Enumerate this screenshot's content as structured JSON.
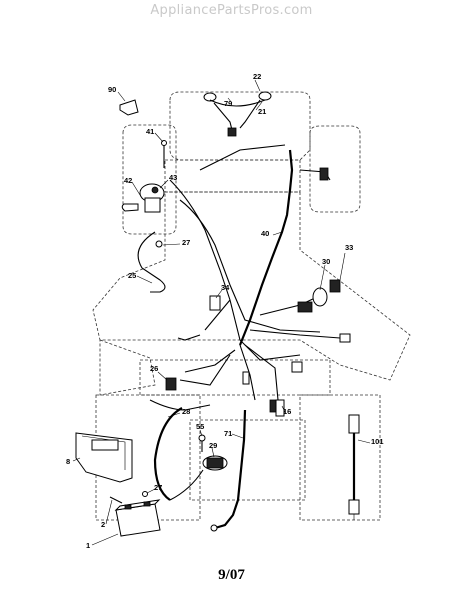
{
  "header": {
    "watermark": "AppliancePartsPros.com"
  },
  "footer": {
    "date_code": "9/07"
  },
  "callouts": [
    {
      "id": "22",
      "label": "22"
    },
    {
      "id": "90",
      "label": "90"
    },
    {
      "id": "79",
      "label": "79"
    },
    {
      "id": "21",
      "label": "21"
    },
    {
      "id": "41",
      "label": "41"
    },
    {
      "id": "43",
      "label": "43"
    },
    {
      "id": "42",
      "label": "42"
    },
    {
      "id": "40",
      "label": "40"
    },
    {
      "id": "27a",
      "label": "27"
    },
    {
      "id": "33",
      "label": "33"
    },
    {
      "id": "30",
      "label": "30"
    },
    {
      "id": "25",
      "label": "25"
    },
    {
      "id": "34",
      "label": "34"
    },
    {
      "id": "26",
      "label": "26"
    },
    {
      "id": "28",
      "label": "28"
    },
    {
      "id": "16",
      "label": "16"
    },
    {
      "id": "8",
      "label": "8"
    },
    {
      "id": "55",
      "label": "55"
    },
    {
      "id": "71",
      "label": "71"
    },
    {
      "id": "101",
      "label": "101"
    },
    {
      "id": "29",
      "label": "29"
    },
    {
      "id": "27b",
      "label": "27"
    },
    {
      "id": "2",
      "label": "2"
    },
    {
      "id": "1",
      "label": "1"
    }
  ]
}
